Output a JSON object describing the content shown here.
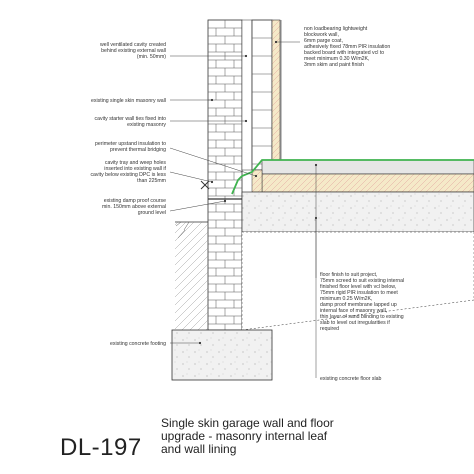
{
  "drawing_code": "DL-197",
  "title_lines": [
    "Single skin garage wall and floor",
    "upgrade - masonry internal leaf",
    "and wall lining"
  ],
  "annotations_left": [
    {
      "id": "cavity",
      "lines": [
        "well ventilated cavity created",
        "behind existing external wall",
        "(min. 50mm)"
      ]
    },
    {
      "id": "masonry-wall",
      "lines": [
        "existing single skin masonry wall"
      ]
    },
    {
      "id": "wall-ties",
      "lines": [
        "cavity starter wall ties fixed into",
        "existing masonry"
      ]
    },
    {
      "id": "upstand",
      "lines": [
        "perimeter upstand insulation to",
        "prevent thermal bridging"
      ]
    },
    {
      "id": "cavity-tray",
      "lines": [
        "cavity tray and weep holes",
        "inserted into existing wall if",
        "cavity below existing DPC is less",
        "than 225mm"
      ]
    },
    {
      "id": "dpc",
      "lines": [
        "existing damp proof course",
        "min. 150mm above external",
        "ground level"
      ]
    },
    {
      "id": "footing",
      "lines": [
        "existing concrete footing"
      ]
    }
  ],
  "annotations_right": [
    {
      "id": "lining",
      "lines": [
        "non loadbearing lightweight",
        "blockwork wall,",
        "6mm parge coat,",
        "adhesively fixed 78mm PIR insulation",
        "backed board with integrated vcl to",
        "meet minimum 0.30 W/m2K,",
        "3mm skim and paint finish"
      ]
    },
    {
      "id": "floor-finish",
      "lines": [
        "floor finish to suit project,",
        "75mm screed to suit existing internal",
        "finished floor level with vcl below,",
        "75mm rigid PIR insulation to meet",
        "minimum 0.25 W/m2K,",
        "damp proof membrane lapped up",
        "internal face of masonry wall,",
        "thin layer of sand blinding to existing",
        "slab to level out irregularities if",
        "required"
      ]
    },
    {
      "id": "slab",
      "lines": [
        "existing concrete floor slab"
      ]
    }
  ],
  "colors": {
    "line": "#333333",
    "insulation": "#f5e9c8",
    "insulation_hatch": "#e2a7a0",
    "dpc_green": "#3fb34f",
    "screed": "#d9d9d9",
    "concrete": "#f1f1f1"
  }
}
